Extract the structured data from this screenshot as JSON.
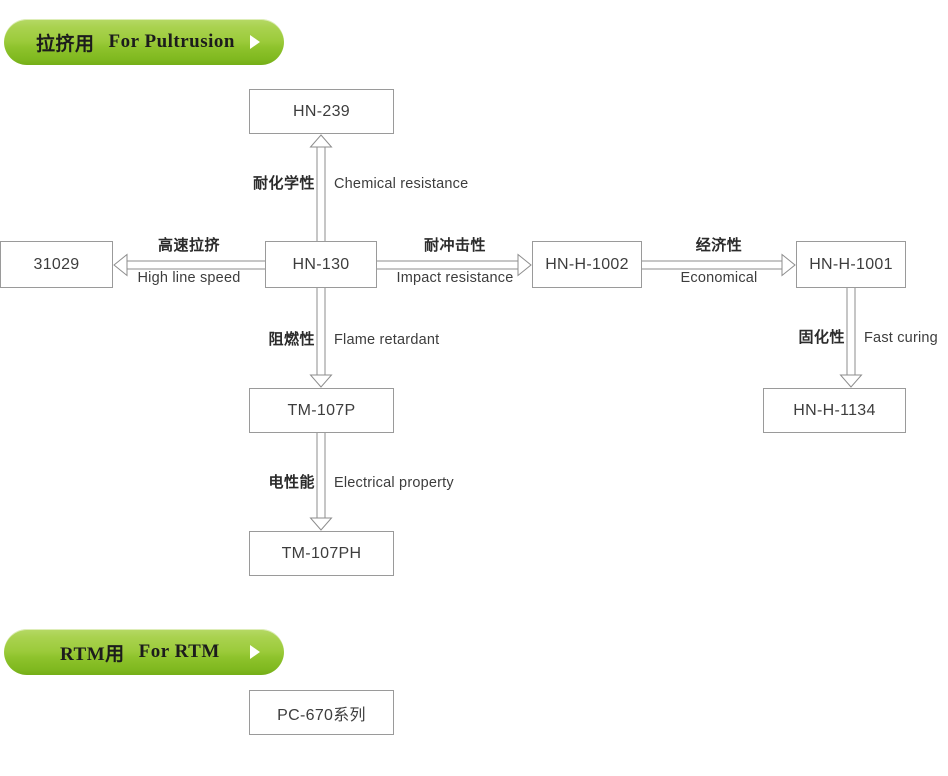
{
  "sections": [
    {
      "id": "pultrusion",
      "label_cn": "拉挤用",
      "label_en": "For Pultrusion",
      "arrow_icon": "play-triangle-icon",
      "color": "#9ccb3b"
    },
    {
      "id": "rtm",
      "label_cn": "RTM用",
      "label_en": "For RTM",
      "arrow_icon": "play-triangle-icon",
      "color": "#9ccb3b"
    }
  ],
  "nodes": {
    "hn239": {
      "label": "HN-239"
    },
    "n31029": {
      "label": "31029"
    },
    "hn130": {
      "label": "HN-130"
    },
    "hnh1002": {
      "label": "HN-H-1002"
    },
    "hnh1001": {
      "label": "HN-H-1001"
    },
    "hnh1134": {
      "label": "HN-H-1134"
    },
    "tm107p": {
      "label": "TM-107P"
    },
    "tm107ph": {
      "label": "TM-107PH"
    },
    "pc670": {
      "label": "PC-670系列"
    }
  },
  "edges": {
    "chemical": {
      "cn": "耐化学性",
      "en": "Chemical resistance",
      "from": "HN-130",
      "to": "HN-239",
      "direction": "up"
    },
    "highspeed": {
      "cn": "高速拉挤",
      "en": "High line speed",
      "from": "HN-130",
      "to": "31029",
      "direction": "left"
    },
    "impact": {
      "cn": "耐冲击性",
      "en": "Impact resistance",
      "from": "HN-130",
      "to": "HN-H-1002",
      "direction": "right"
    },
    "economical": {
      "cn": "经济性",
      "en": "Economical",
      "from": "HN-H-1002",
      "to": "HN-H-1001",
      "direction": "right"
    },
    "curing": {
      "cn": "固化性",
      "en": "Fast curing",
      "from": "HN-H-1001",
      "to": "HN-H-1134",
      "direction": "down"
    },
    "flame": {
      "cn": "阻燃性",
      "en": "Flame retardant",
      "from": "HN-130",
      "to": "TM-107P",
      "direction": "down"
    },
    "electrical": {
      "cn": "电性能",
      "en": "Electrical property",
      "from": "TM-107P",
      "to": "TM-107PH",
      "direction": "down"
    }
  },
  "theme": {
    "banner_green": "#9ccb3b",
    "box_border": "#9a9a9a",
    "arrow_stroke": "#8d8d8d",
    "text": "#3d3d3d"
  }
}
